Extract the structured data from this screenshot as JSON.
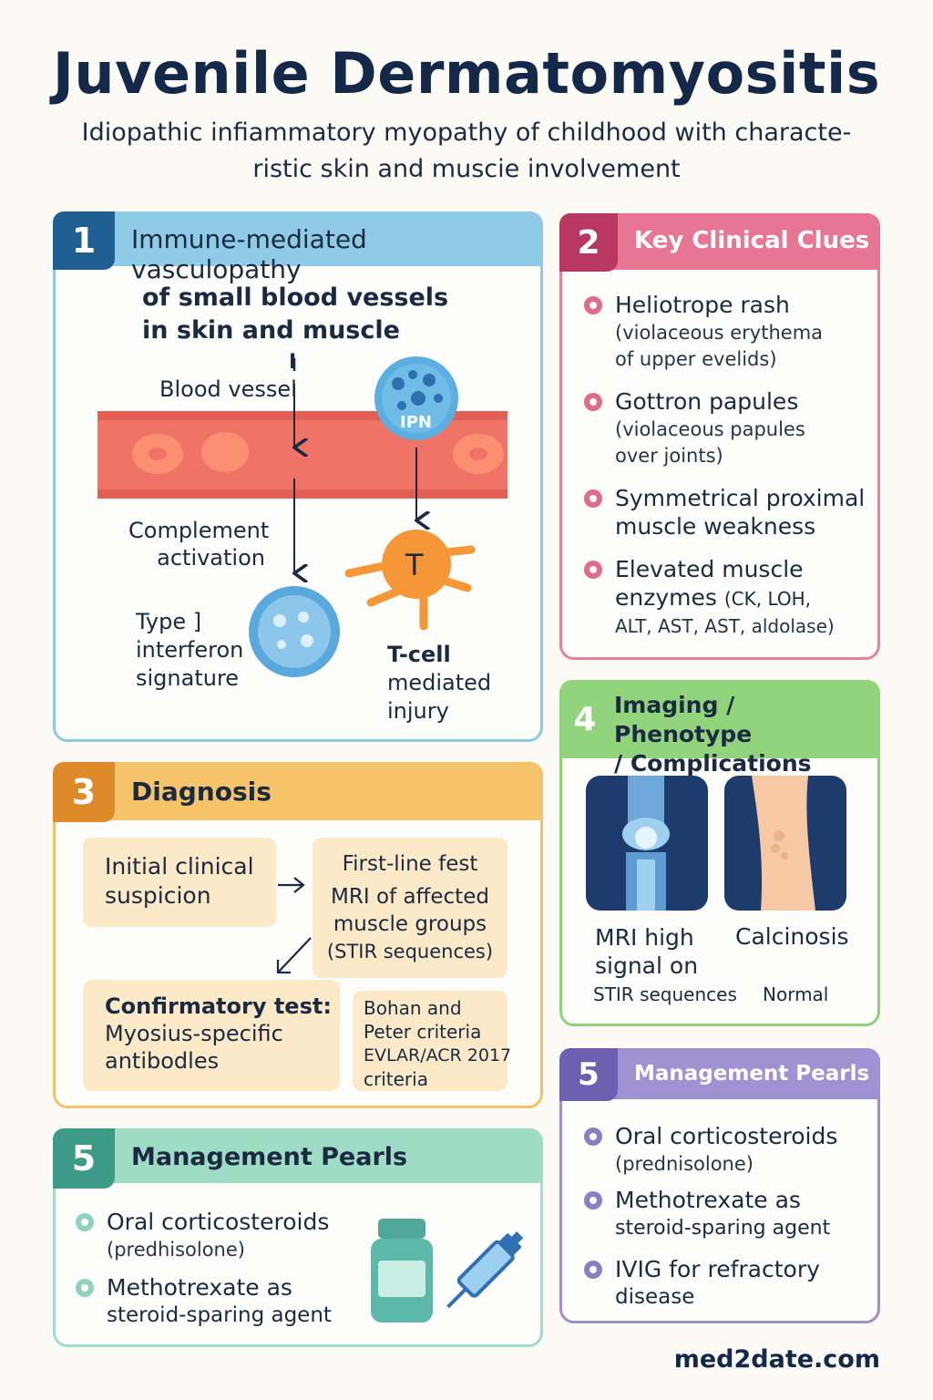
{
  "title": "Juvenile Dermatomyositis",
  "subtitle_line1": "Idiopathic infiammatory myopathy of childhood with characte-",
  "subtitle_line2": "ristic skin and muscie involvement",
  "colors": {
    "blue": "#7ec3e2",
    "pink": "#e27a98",
    "orange": "#f4c46b",
    "green": "#8ed27a",
    "purple": "#9b8fcf",
    "teal": "#94d8c0"
  },
  "section1": {
    "number": "1",
    "heading": "Immune-mediated vasculopathy",
    "intro_line1": "of small blood vessels",
    "intro_line2": "in skin and muscle",
    "tick": "I",
    "blood_vessel": "Blood vessel",
    "ipn": "IPN",
    "complement_line1": "Complement",
    "complement_line2": "activation",
    "t_letter": "T",
    "interferon_line1": "Type ]",
    "interferon_line2": "interferon",
    "interferon_line3": "signature",
    "tcell_line1": "T-cell",
    "tcell_line2": "mediated",
    "tcell_line3": "injury"
  },
  "section2": {
    "number": "2",
    "heading": "Key Clinical Clues",
    "items": [
      {
        "title": "Heliotrope rash",
        "sub1": "(violaceous erythema",
        "sub2": "of upper evelids)"
      },
      {
        "title": "Gottron papules",
        "sub1": "(violaceous papules",
        "sub2": "over joints)"
      },
      {
        "title1": "Symmetrical proximal",
        "title2": "muscle weakness"
      },
      {
        "title1": "Elevated muscle",
        "title2": "enzymes",
        "title2_small": "(CK, LOH,",
        "sub": "ALT,  AST,  AST, aldolase)"
      }
    ]
  },
  "section3": {
    "number": "3",
    "heading": "Diagnosis",
    "box1_line1": "Initial clinical",
    "box1_line2": "suspicion",
    "box2_line1": "First-line fest",
    "box2_line2": "MRI of affected",
    "box2_line3": "muscle groups",
    "box2_line4": "(STIR sequences)",
    "box3_line1": "Confirmatory test:",
    "box3_line2": "Myosius-specific",
    "box3_line3": "antibodles",
    "box4_line1": "Bohan and",
    "box4_line2": "Peter criteria",
    "box4_line3": "EVLAR/ACR 2017",
    "box4_line4": "criteria"
  },
  "section4": {
    "number": "4",
    "heading_line1": "Imaging / Phenotype",
    "heading_line2": "/ Complications",
    "mri_line1": "MRI high",
    "mri_line2": "signal on",
    "mri_line3": "STIR sequences",
    "calcinosis": "Calcinosis",
    "normal": "Normal"
  },
  "section5_right": {
    "number": "5",
    "heading": "Management Pearls",
    "item1_line1": "Oral corticosteroids",
    "item1_line2": "(prednisolone)",
    "item2_line1": "Methotrexate as",
    "item2_line2": "steroid-sparing agent",
    "item3_line1": "IVIG for refractory",
    "item3_line2": "disease"
  },
  "section5_left": {
    "number": "5",
    "heading": "Management Pearls",
    "item1_line1": "Oral corticosteroids",
    "item1_line2": "(predhisolone)",
    "item2_line1": "Methotrexate as",
    "item2_line2": "steroid-sparing agent"
  },
  "footer": "med2date.com"
}
